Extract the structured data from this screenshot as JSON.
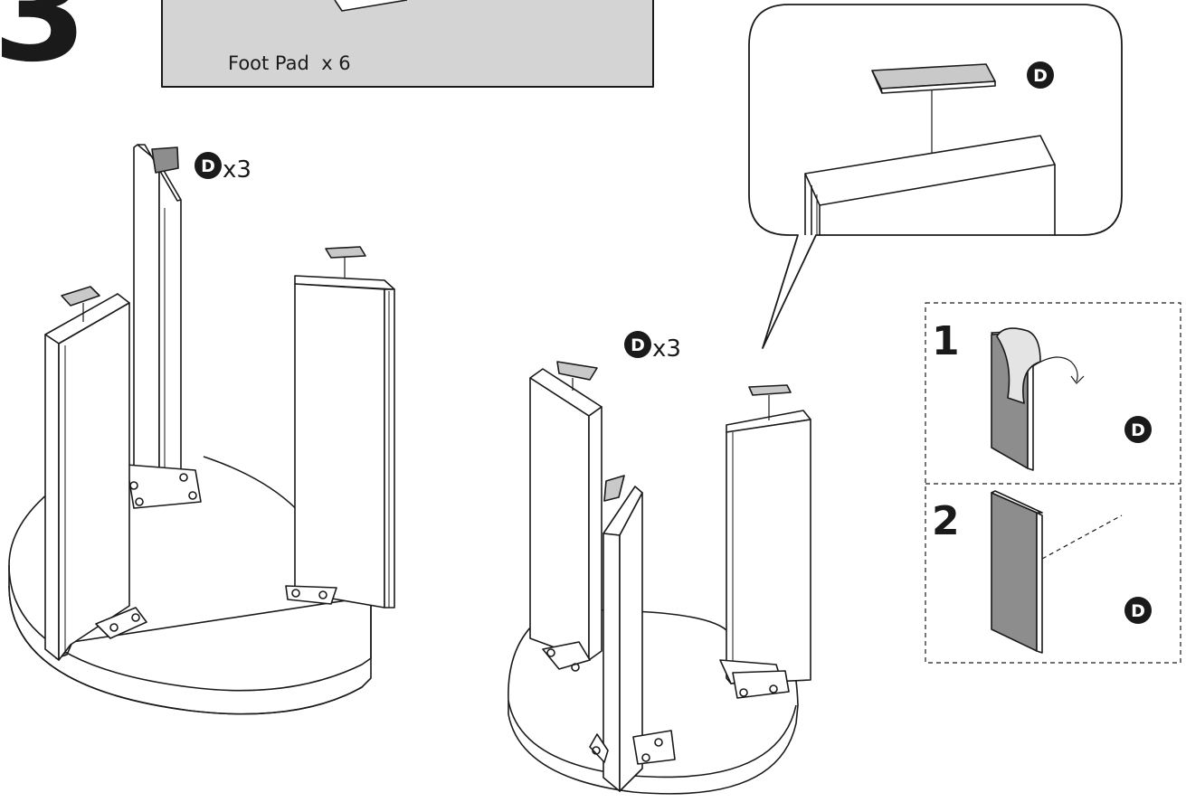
{
  "step": {
    "number": "3"
  },
  "parts_box": {
    "label": "Foot Pad  x 6"
  },
  "part_letter": "D",
  "left_callout": {
    "quantity": "x3"
  },
  "right_callout": {
    "quantity": "x3"
  },
  "detail": {
    "badge": "D"
  },
  "peel_instructions": {
    "step1": {
      "number": "1",
      "badge": "D"
    },
    "step2": {
      "number": "2",
      "badge": "D"
    }
  },
  "colors": {
    "ink": "#1a1a1a",
    "pad_fill": "#c9c9c9",
    "parts_box_fill": "#d4d4d4",
    "pad_side_fill": "#8d8d8d"
  }
}
